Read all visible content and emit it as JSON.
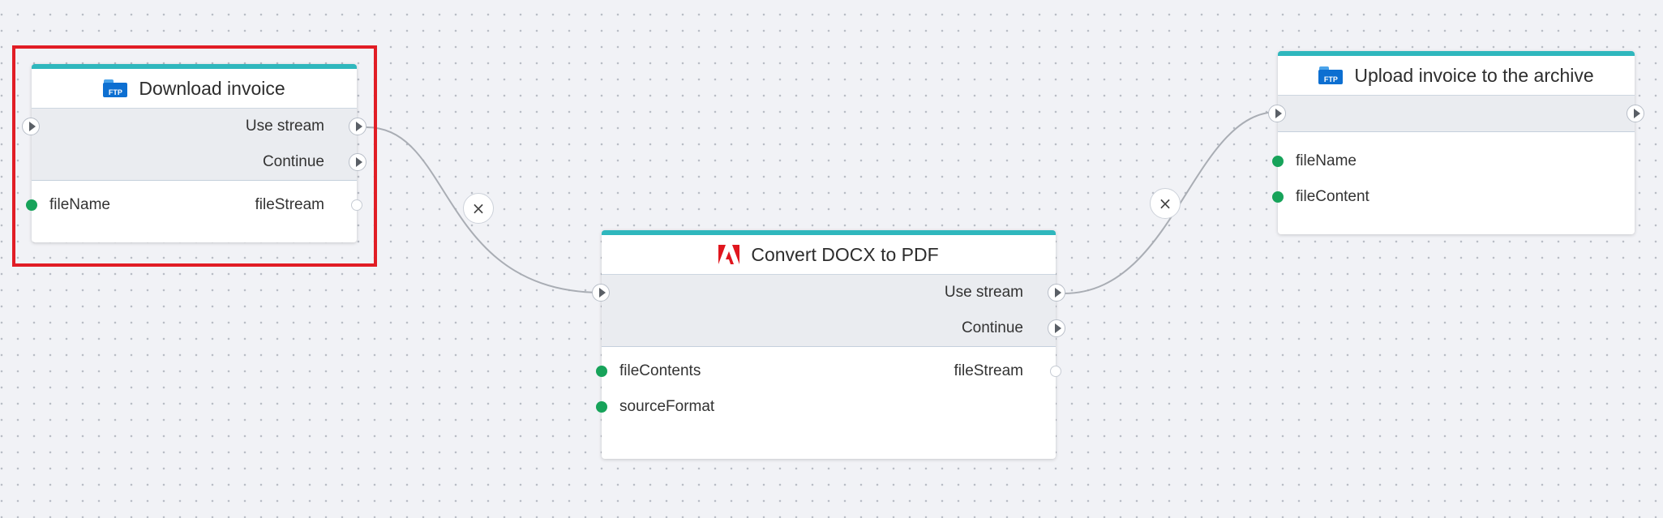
{
  "colors": {
    "accent": "#2fb7bd",
    "selection": "#e11d25",
    "port_connected": "#17a35a"
  },
  "connections": [
    {
      "from": "download-invoice.use-stream",
      "to": "convert-docx-to-pdf.flow-in",
      "remove_icon": "close-icon"
    },
    {
      "from": "convert-docx-to-pdf.use-stream",
      "to": "upload-invoice.flow-in",
      "remove_icon": "close-icon"
    }
  ],
  "nodes": {
    "download": {
      "title": "Download invoice",
      "icon": "ftp-folder-icon",
      "icon_text": "FTP",
      "selected": true,
      "flow_outputs": [
        "Use stream",
        "Continue"
      ],
      "inputs": [
        "fileName"
      ],
      "outputs": [
        "fileStream"
      ]
    },
    "convert": {
      "title": "Convert DOCX to PDF",
      "icon": "adobe-acrobat-icon",
      "flow_outputs": [
        "Use stream",
        "Continue"
      ],
      "inputs": [
        "fileContents",
        "sourceFormat"
      ],
      "outputs": [
        "fileStream"
      ]
    },
    "upload": {
      "title": "Upload invoice to the archive",
      "icon": "ftp-folder-icon",
      "icon_text": "FTP",
      "inputs": [
        "fileName",
        "fileContent"
      ]
    }
  }
}
